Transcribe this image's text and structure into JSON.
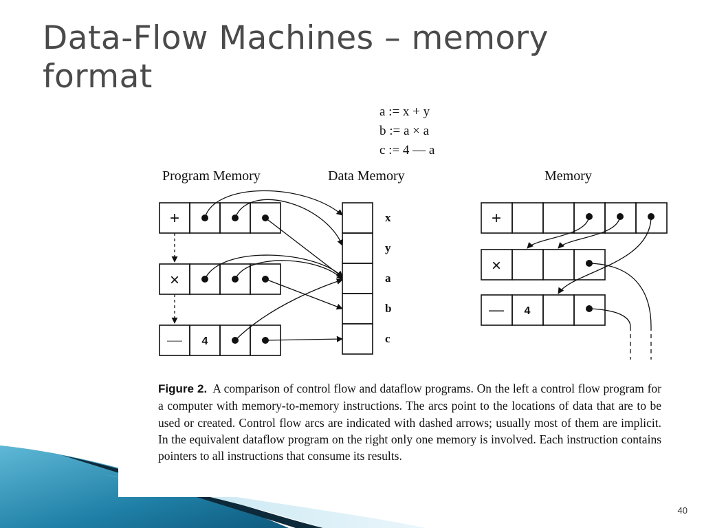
{
  "slide": {
    "title": "Data-Flow Machines – memory format",
    "page_number": "40"
  },
  "figure": {
    "equations": [
      "a := x + y",
      "b := a × a",
      "c := 4 — a"
    ],
    "left_heading_program": "Program Memory",
    "left_heading_data": "Data Memory",
    "right_heading": "Memory",
    "data_registers": [
      "x",
      "y",
      "a",
      "b",
      "c"
    ],
    "program_rows": [
      {
        "op": "+",
        "operand": ""
      },
      {
        "op": "×",
        "operand": ""
      },
      {
        "op": "—",
        "operand": "4"
      }
    ],
    "dataflow_rows": [
      {
        "op": "+",
        "operand": ""
      },
      {
        "op": "×",
        "operand": ""
      },
      {
        "op": "—",
        "operand": "4"
      }
    ],
    "caption_label": "Figure 2.",
    "caption_text": "A comparison of control flow and dataflow programs. On the left a control flow program for a computer with memory-to-memory instructions. The arcs point to the locations of data that are to be used or created. Control flow arcs are indicated with dashed arrows; usually most of them are implicit. In the equivalent dataflow program on the right only one memory is involved. Each instruction contains pointers to all instructions that consume its results."
  },
  "colors": {
    "title": "#4a4a4a",
    "deco_dark": "#0d2a3a",
    "deco_blue": "#2b8fb5",
    "deco_light": "#9fd3e6"
  }
}
